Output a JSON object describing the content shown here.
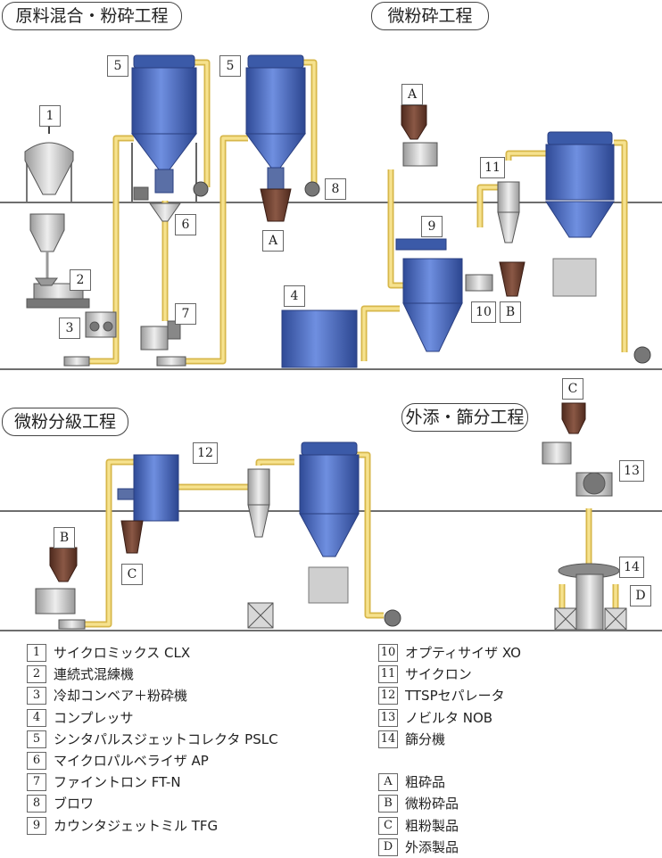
{
  "sections": {
    "mixing": "原料混合・粉砕工程",
    "fine_grinding": "微粉砕工程",
    "classification": "微粉分級工程",
    "additive": "外添・篩分工程"
  },
  "labels": {
    "n1": "1",
    "n2": "2",
    "n3": "3",
    "n4": "4",
    "n5a": "5",
    "n5b": "5",
    "n6": "6",
    "n7": "7",
    "n8": "8",
    "n9": "9",
    "n10": "10",
    "n11": "11",
    "n12": "12",
    "n13": "13",
    "n14": "14",
    "a_top": "A",
    "a_bottom": "A",
    "b_top": "B",
    "b_bottom": "B",
    "c_top": "C",
    "c_bottom": "C",
    "d": "D"
  },
  "legend_left": [
    {
      "code": "1",
      "text": "サイクロミックス CLX"
    },
    {
      "code": "2",
      "text": "連続式混練機"
    },
    {
      "code": "3",
      "text": "冷却コンベア＋粉砕機"
    },
    {
      "code": "4",
      "text": "コンプレッサ"
    },
    {
      "code": "5",
      "text": "シンタパルスジェットコレクタ PSLC"
    },
    {
      "code": "6",
      "text": "マイクロパルベライザ AP"
    },
    {
      "code": "7",
      "text": "ファイントロン FT-N"
    },
    {
      "code": "8",
      "text": "ブロワ"
    },
    {
      "code": "9",
      "text": "カウンタジェットミル TFG"
    }
  ],
  "legend_right": [
    {
      "code": "10",
      "text": "オプティサイザ XO"
    },
    {
      "code": "11",
      "text": "サイクロン"
    },
    {
      "code": "12",
      "text": "TTSPセパレータ"
    },
    {
      "code": "13",
      "text": "ノビルタ NOB"
    },
    {
      "code": "14",
      "text": "篩分機"
    },
    {
      "code": "",
      "text": ""
    },
    {
      "code": "A",
      "text": "粗砕品"
    },
    {
      "code": "B",
      "text": "微粉砕品"
    },
    {
      "code": "C",
      "text": "粗粉製品"
    },
    {
      "code": "D",
      "text": "外添製品"
    }
  ],
  "colors": {
    "pipe": "#f3d66a",
    "vessel_blue": "#3e5fb0",
    "product_brown": "#6b3a2a",
    "floor": "#6e6e6e",
    "grey_machine": "#c8c8c8"
  }
}
